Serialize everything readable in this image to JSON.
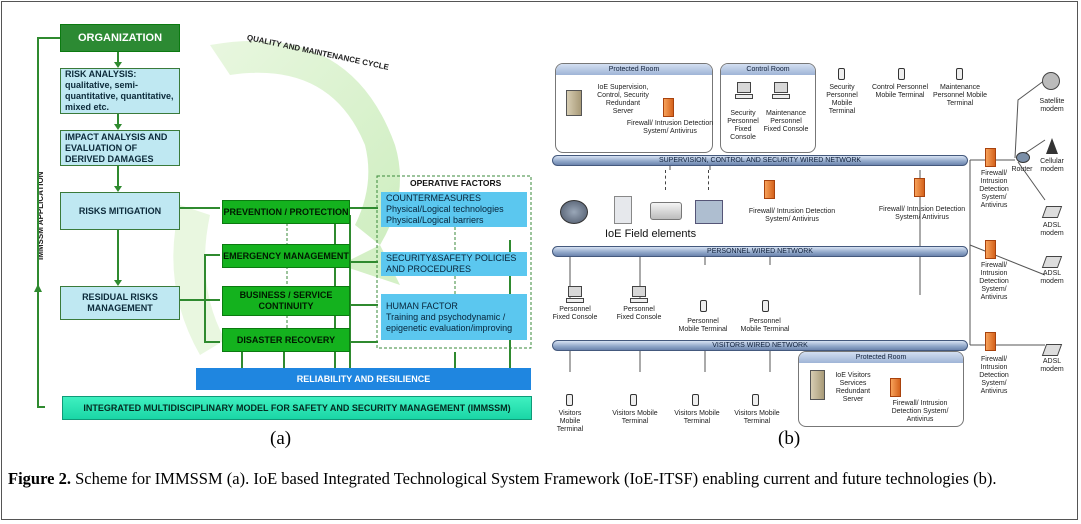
{
  "a": {
    "cycle_label": "QUALITY AND MAINTENANCE CYCLE",
    "side_label": "IMMSSM APPLICATION",
    "organization": "ORGANIZATION",
    "risk_analysis": "RISK ANALYSIS: qualitative, semi-quantitative, quantitative, mixed etc.",
    "impact_analysis": "IMPACT ANALYSIS AND EVALUATION OF DERIVED DAMAGES",
    "risks_mitigation": "RISKS MITIGATION",
    "residual_risks": "RESIDUAL RISKS MANAGEMENT",
    "prevention": "PREVENTION / PROTECTION",
    "emergency": "EMERGENCY MANAGEMENT",
    "business": "BUSINESS / SERVICE CONTINUITY",
    "disaster": "DISASTER RECOVERY",
    "operative_title": "OPERATIVE FACTORS",
    "countermeasures_title": "COUNTERMEASURES",
    "countermeasures_l1": "Physical/Logical technologies",
    "countermeasures_l2": "Physical/Logical barriers",
    "policies": "SECURITY&SAFETY POLICIES AND PROCEDURES",
    "human_title": "HUMAN FACTOR",
    "human_body": "Training and psychodynamic / epigenetic evaluation/improving",
    "reliability": "RELIABILITY AND RESILIENCE",
    "immssm_bar": "INTEGRATED MULTIDISCIPLINARY MODEL FOR SAFETY AND SECURITY MANAGEMENT (IMMSSM)",
    "label": "(a)"
  },
  "b": {
    "protected_room": "Protected Room",
    "control_room": "Control Room",
    "ioe_server": "IoE Supervision, Control, Security Redundant Server",
    "fw_ids_av": "Firewall/ Intrusion Detection System/ Antivirus",
    "security_console": "Security Personnel Fixed Console",
    "maintenance_console": "Maintenance Personnel Fixed Console",
    "security_mobile": "Security Personnel Mobile Terminal",
    "control_mobile": "Control Personnel Mobile Terminal",
    "maintenance_mobile": "Maintenance Personnel Mobile Terminal",
    "supervision_network": "SUPERVISION, CONTROL AND SECURITY WIRED NETWORK",
    "ioe_field": "IoE Field elements",
    "fw_detection": "Firewall/ Intrusion Detection System/ Antivirus",
    "personnel_network": "PERSONNEL WIRED NETWORK",
    "personnel_fixed": "Personnel Fixed Console",
    "personnel_mobile": "Personnel Mobile Terminal",
    "visitors_network": "VISITORS WIRED NETWORK",
    "visitors_mobile": "Visitors Mobile Terminal",
    "visitors_server": "IoE Visitors Services Redundant Server",
    "router": "Router",
    "satellite": "Satellite modem",
    "cellular": "Cellular modem",
    "adsl": "ADSL modem",
    "label": "(b)"
  },
  "caption": {
    "bold": "Figure 2.",
    "text": " Scheme for IMMSSM (a). IoE based Integrated Technological System Framework (IoE-ITSF) enabling current and future technologies (b)."
  }
}
